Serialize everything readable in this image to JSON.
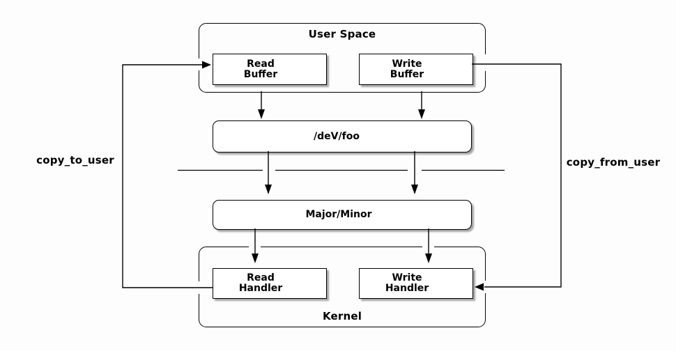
{
  "containers": {
    "user_space": {
      "label": "User Space"
    },
    "kernel": {
      "label": "Kernel"
    }
  },
  "nodes": {
    "read_buffer": {
      "line1": "Read",
      "line2": "Buffer"
    },
    "write_buffer": {
      "line1": "Write",
      "line2": "Buffer"
    },
    "dev_foo": {
      "label": "/deV/foo"
    },
    "major_minor": {
      "label": "Major/Minor"
    },
    "read_handler": {
      "line1": "Read",
      "line2": "Handler"
    },
    "write_handler": {
      "line1": "Write",
      "line2": "Handler"
    }
  },
  "edge_labels": {
    "copy_to_user": "copy_to_user",
    "copy_from_user": "copy_from_user"
  },
  "colors": {
    "line": "#000000",
    "node_fill": "#ffffff",
    "background": "#fdfdfd",
    "shadow": "#aaaaaa"
  }
}
